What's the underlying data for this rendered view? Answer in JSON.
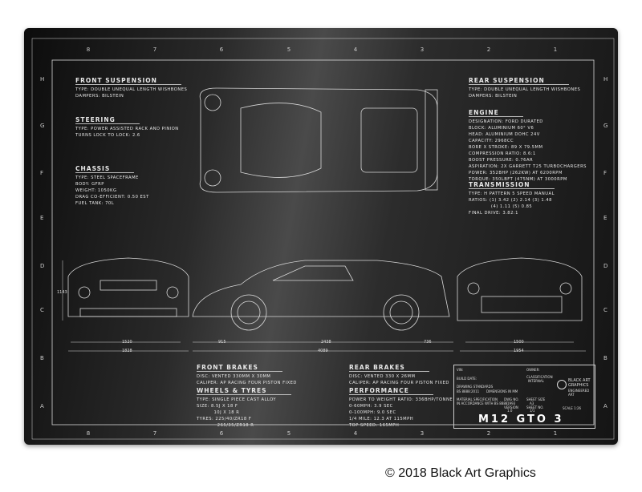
{
  "grid": {
    "columns": [
      "8",
      "7",
      "6",
      "5",
      "4",
      "3",
      "2",
      "1"
    ],
    "rows": [
      "H",
      "G",
      "F",
      "E",
      "D",
      "C",
      "B",
      "A"
    ]
  },
  "sections": [
    {
      "id": "front-suspension",
      "title": "Front Suspension",
      "lines": [
        "Type: Double unequal length wishbones",
        "Dampers: Bilstein"
      ]
    },
    {
      "id": "steering",
      "title": "Steering",
      "lines": [
        "Type: Power Assisted Rack and Pinion",
        "Turns lock to lock: 2.6"
      ]
    },
    {
      "id": "chassis",
      "title": "Chassis",
      "lines": [
        "Type: Steel spaceframe",
        "Body: GFRP",
        "Weight: 1050kg",
        "Drag Co-efficient: 0.50 est",
        "Fuel Tank: 70L"
      ]
    },
    {
      "id": "rear-suspension",
      "title": "Rear Suspension",
      "lines": [
        "Type: Double unequal length wishbones",
        "Dampers: Bilstein"
      ]
    },
    {
      "id": "engine",
      "title": "Engine",
      "lines": [
        "Designation: Ford Durated",
        "Block: Aluminium 60° V6",
        "Head: Aluminium DOHC 24v",
        "Capacity: 2968cc",
        "Bore x Stroke: 89 x 79.5mm",
        "Compression Ratio: 8.6:1",
        "Boost Pressure: 0.76ar",
        "Aspiration: 2x Garrett T25 Turbochargers",
        "Power: 352bhp (262kW) at 6200rpm",
        "Torque: 350lbft (475nm) at 3000rpm"
      ]
    },
    {
      "id": "transmission",
      "title": "Transmission",
      "lines": [
        "Type: H pattern 5 Speed manual",
        "Ratios: (1) 3.42 (2) 2.14 (3) 1.48",
        "             (4) 1.11 (5) 0.85",
        "Final Drive: 3.82:1"
      ]
    },
    {
      "id": "front-brakes",
      "title": "Front Brakes",
      "lines": [
        "Disc: Vented 330mm x 30mm",
        "Caliper: AP Racing four piston fixed"
      ]
    },
    {
      "id": "wheels-tyres",
      "title": "Wheels & Tyres",
      "lines": [
        "Type: Single piece Cast alloy",
        "Size: 8.5J x 18 F",
        "          10J x 18 R",
        "Tyres: 225/40/ZR18 F",
        "            265/35/ZR18 R"
      ]
    },
    {
      "id": "rear-brakes",
      "title": "Rear Brakes",
      "lines": [
        "Disc: Vented 330 x 26mm",
        "Caliper: AP Racing four piston fixed"
      ]
    },
    {
      "id": "performance",
      "title": "Performance",
      "lines": [
        "Power to weight ratio: 336bhp/tonne",
        "0-60mph: 3.9 sec",
        "0-100mph: 9.0 sec",
        "1/4 mile: 12.3 at 115mph",
        "Top speed: 165mph"
      ]
    }
  ],
  "dimensions": {
    "front_track": "1520",
    "front_width": "1828",
    "front_overhang": "915",
    "wheelbase": "2438",
    "rear_overhang": "736",
    "length": "4089",
    "rear_track": "1500",
    "rear_width": "1954",
    "height": "1143"
  },
  "title_block": {
    "vin": "VIN:",
    "owner": "Owner:",
    "build_date": "Build Date:",
    "classification": "Classification",
    "classification_value": "Internal",
    "drawing_standards": "Drawing Standards",
    "standard_value": "BS 8888:2011",
    "dimensions_in": "Dimensions in mm",
    "material": "Material Specification",
    "material_note": "In accordance with BS 8888",
    "dwg_no_label": "Dwg No.",
    "dwg_no": "1993",
    "version_label": "Version",
    "version": "1.0",
    "sheet_size_label": "Sheet Size",
    "sheet_size": "A3",
    "sheet_no_label": "Sheet No.",
    "sheet_no": "1/1",
    "scale": "Scale 1:26",
    "brand": "Black Art Graphics",
    "brand_sub": "Engineered Art",
    "model": "M12 GTO 3"
  },
  "copyright": "© 2018 Black Art Graphics"
}
